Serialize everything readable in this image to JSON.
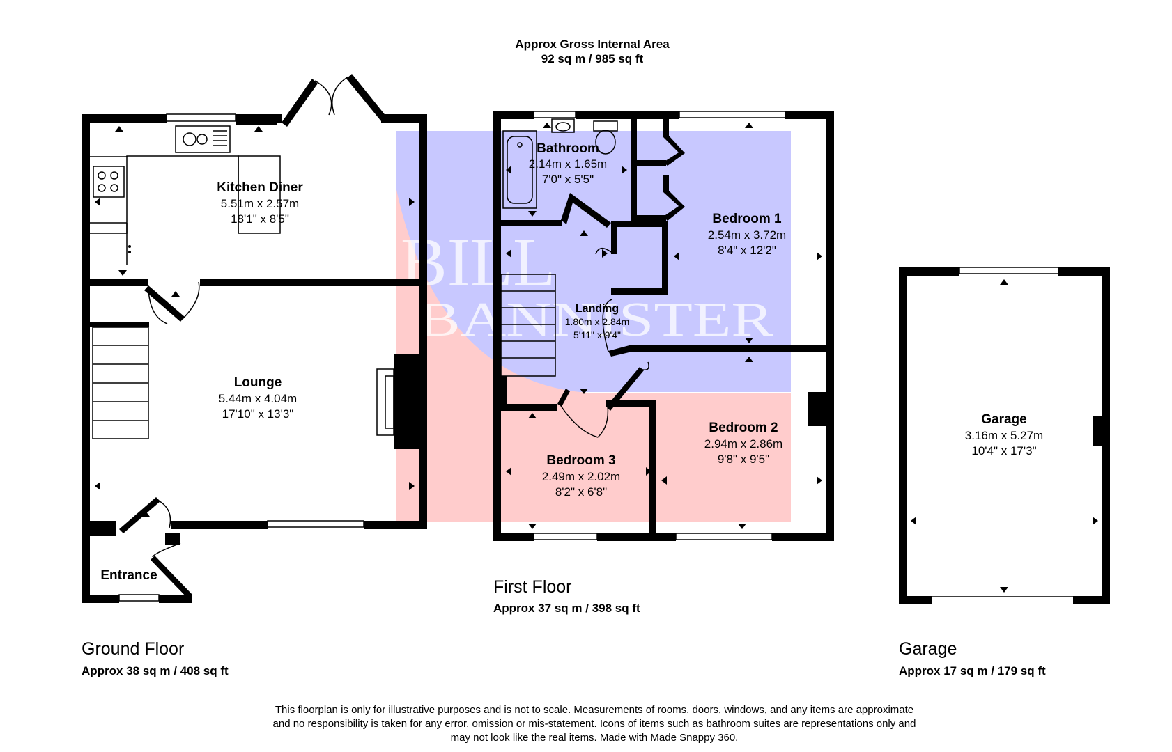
{
  "gross_area": {
    "title": "Approx Gross Internal Area",
    "value": "92 sq m / 985 sq ft"
  },
  "watermark": {
    "line1": "BILL",
    "line2": "BANNISTER",
    "colors": {
      "blue": "#c8c8ff",
      "pink": "#ffcccc"
    }
  },
  "floors": {
    "ground": {
      "name": "Ground Floor",
      "area": "Approx 38 sq m / 408 sq ft"
    },
    "first": {
      "name": "First Floor",
      "area": "Approx 37 sq m / 398 sq ft"
    },
    "garage": {
      "name": "Garage",
      "area": "Approx 17 sq m / 179 sq ft"
    }
  },
  "rooms": {
    "kitchen": {
      "name": "Kitchen Diner",
      "metric": "5.51m x 2.57m",
      "imperial": "18'1\" x 8'5\""
    },
    "lounge": {
      "name": "Lounge",
      "metric": "5.44m x 4.04m",
      "imperial": "17'10\" x 13'3\""
    },
    "entrance": {
      "name": "Entrance"
    },
    "bathroom": {
      "name": "Bathroom",
      "metric": "2.14m x 1.65m",
      "imperial": "7'0\" x 5'5\""
    },
    "bedroom1": {
      "name": "Bedroom 1",
      "metric": "2.54m x 3.72m",
      "imperial": "8'4\" x 12'2\""
    },
    "landing": {
      "name": "Landing",
      "metric": "1.80m x 2.84m",
      "imperial": "5'11\" x 9'4\""
    },
    "bedroom2": {
      "name": "Bedroom 2",
      "metric": "2.94m x 2.86m",
      "imperial": "9'8\" x 9'5\""
    },
    "bedroom3": {
      "name": "Bedroom 3",
      "metric": "2.49m x 2.02m",
      "imperial": "8'2\" x 6'8\""
    },
    "garage": {
      "name": "Garage",
      "metric": "3.16m x 5.27m",
      "imperial": "10'4\" x 17'3\""
    }
  },
  "disclaimer": [
    "This floorplan is only for illustrative purposes and is not to scale. Measurements of rooms, doors, windows, and any items are approximate",
    "and no responsibility is taken for any error, omission or mis-statement. Icons of items such as bathroom suites are representations only and",
    "may not look like the real items. Made with Made Snappy 360."
  ]
}
